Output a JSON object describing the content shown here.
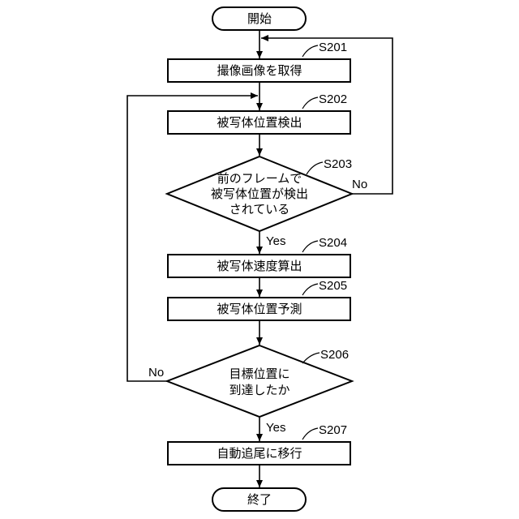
{
  "flowchart": {
    "start": "開始",
    "end": "終了",
    "steps": [
      {
        "id": "S201",
        "text": "撮像画像を取得"
      },
      {
        "id": "S202",
        "text": "被写体位置検出"
      },
      {
        "id": "S203",
        "lines": [
          "前のフレームで",
          "被写体位置が検出",
          "されている"
        ]
      },
      {
        "id": "S204",
        "text": "被写体速度算出"
      },
      {
        "id": "S205",
        "text": "被写体位置予測"
      },
      {
        "id": "S206",
        "lines": [
          "目標位置に",
          "到達したか"
        ]
      },
      {
        "id": "S207",
        "text": "自動追尾に移行"
      }
    ],
    "branch_labels": {
      "s203_yes": "Yes",
      "s203_no": "No",
      "s206_yes": "Yes",
      "s206_no": "No"
    }
  }
}
